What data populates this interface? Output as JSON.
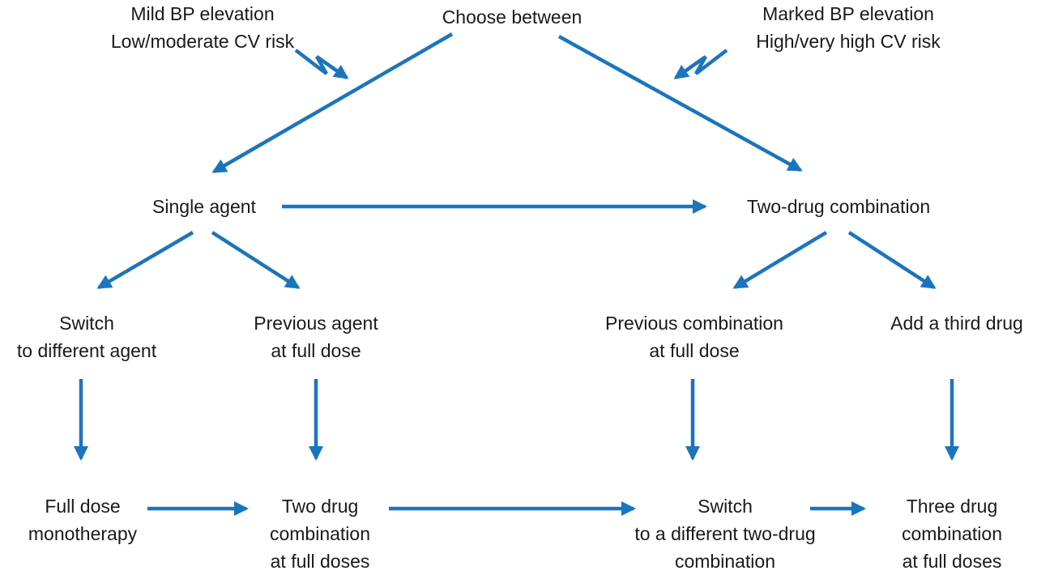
{
  "diagram": {
    "colors": {
      "arrow": "#1b75bc",
      "text": "#1a1a1a",
      "background": "#ffffff"
    },
    "nodes": {
      "mild_bp": {
        "lines": [
          "Mild BP elevation",
          "Low/moderate CV risk"
        ]
      },
      "choose_between": {
        "lines": [
          "Choose between"
        ]
      },
      "marked_bp": {
        "lines": [
          "Marked BP elevation",
          "High/very high CV risk"
        ]
      },
      "single_agent": {
        "lines": [
          "Single agent"
        ]
      },
      "two_drug_combination": {
        "lines": [
          "Two-drug combination"
        ]
      },
      "switch_agent": {
        "lines": [
          "Switch",
          "to different agent"
        ]
      },
      "previous_agent": {
        "lines": [
          "Previous agent",
          "at full dose"
        ]
      },
      "previous_combination": {
        "lines": [
          "Previous combination",
          "at full dose"
        ]
      },
      "add_third_drug": {
        "lines": [
          "Add a third drug"
        ]
      },
      "full_dose_monotherapy": {
        "lines": [
          "Full dose",
          "monotherapy"
        ]
      },
      "two_drug_full_doses": {
        "lines": [
          "Two drug",
          "combination",
          "at full doses"
        ]
      },
      "switch_two_drug": {
        "lines": [
          "Switch",
          "to a different two-drug",
          "combination"
        ]
      },
      "three_drug_full_doses": {
        "lines": [
          "Three drug",
          "combination",
          "at full doses"
        ]
      }
    },
    "edges": [
      {
        "from": "choose_between",
        "to": "single_agent",
        "style": "straight"
      },
      {
        "from": "choose_between",
        "to": "two_drug_combination",
        "style": "straight"
      },
      {
        "from": "mild_bp",
        "to": "single_agent",
        "style": "zigzag"
      },
      {
        "from": "marked_bp",
        "to": "two_drug_combination",
        "style": "zigzag"
      },
      {
        "from": "single_agent",
        "to": "two_drug_combination",
        "style": "straight"
      },
      {
        "from": "single_agent",
        "to": "switch_agent",
        "style": "straight"
      },
      {
        "from": "single_agent",
        "to": "previous_agent",
        "style": "straight"
      },
      {
        "from": "two_drug_combination",
        "to": "previous_combination",
        "style": "straight"
      },
      {
        "from": "two_drug_combination",
        "to": "add_third_drug",
        "style": "straight"
      },
      {
        "from": "switch_agent",
        "to": "full_dose_monotherapy",
        "style": "straight"
      },
      {
        "from": "previous_agent",
        "to": "two_drug_full_doses",
        "style": "straight"
      },
      {
        "from": "previous_combination",
        "to": "switch_two_drug",
        "style": "straight"
      },
      {
        "from": "add_third_drug",
        "to": "three_drug_full_doses",
        "style": "straight"
      },
      {
        "from": "full_dose_monotherapy",
        "to": "two_drug_full_doses",
        "style": "straight"
      },
      {
        "from": "two_drug_full_doses",
        "to": "switch_two_drug",
        "style": "straight"
      },
      {
        "from": "switch_two_drug",
        "to": "three_drug_full_doses",
        "style": "straight"
      }
    ]
  }
}
